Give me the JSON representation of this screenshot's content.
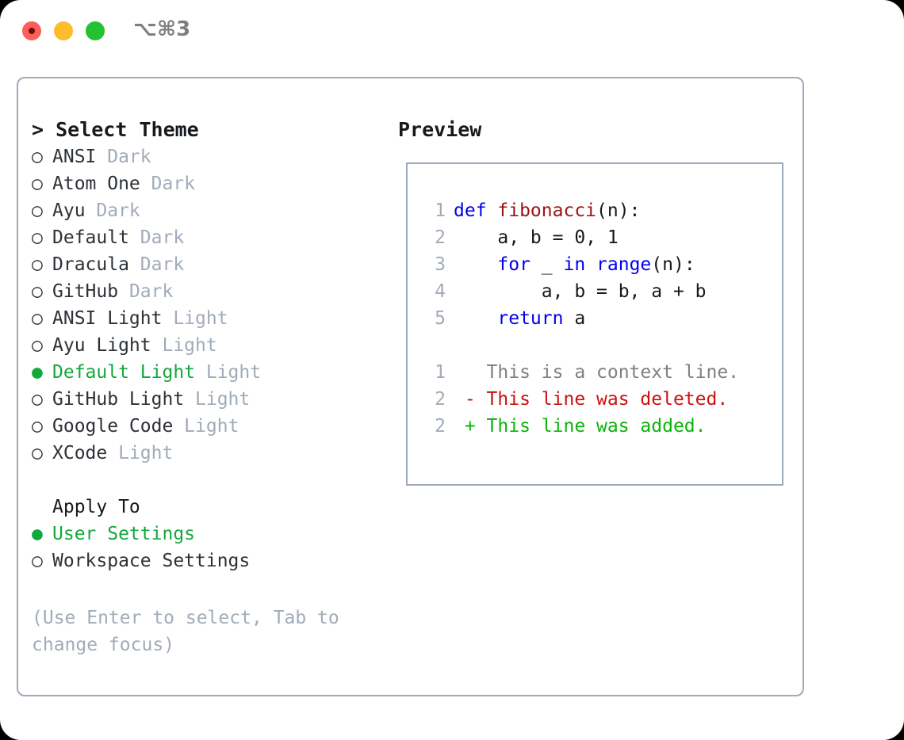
{
  "titlebar": {
    "shortcut": "⌥⌘3",
    "buttons": [
      {
        "name": "close",
        "color": "#fb5f57"
      },
      {
        "name": "minimize",
        "color": "#fdbc2c"
      },
      {
        "name": "maximize",
        "color": "#24c231"
      }
    ]
  },
  "theme_panel": {
    "header": "> Select Theme",
    "options": [
      {
        "marker": "○",
        "label": "ANSI",
        "kind": "Dark",
        "selected": false
      },
      {
        "marker": "○",
        "label": "Atom One",
        "kind": "Dark",
        "selected": false
      },
      {
        "marker": "○",
        "label": "Ayu",
        "kind": "Dark",
        "selected": false
      },
      {
        "marker": "○",
        "label": "Default",
        "kind": "Dark",
        "selected": false
      },
      {
        "marker": "○",
        "label": "Dracula",
        "kind": "Dark",
        "selected": false
      },
      {
        "marker": "○",
        "label": "GitHub",
        "kind": "Dark",
        "selected": false
      },
      {
        "marker": "○",
        "label": "ANSI Light",
        "kind": "Light",
        "selected": false
      },
      {
        "marker": "○",
        "label": "Ayu Light",
        "kind": "Light",
        "selected": false
      },
      {
        "marker": "●",
        "label": "Default Light",
        "kind": "Light",
        "selected": true
      },
      {
        "marker": "○",
        "label": "GitHub Light",
        "kind": "Light",
        "selected": false
      },
      {
        "marker": "○",
        "label": "Google Code",
        "kind": "Light",
        "selected": false
      },
      {
        "marker": "○",
        "label": "XCode",
        "kind": "Light",
        "selected": false
      }
    ],
    "apply_to": {
      "header": "Apply To",
      "options": [
        {
          "marker": "●",
          "label": "User Settings",
          "selected": true
        },
        {
          "marker": "○",
          "label": "Workspace Settings",
          "selected": false
        }
      ]
    },
    "hint": "(Use Enter to select, Tab to change focus)"
  },
  "preview": {
    "title": "Preview",
    "code_lines": [
      {
        "num": "1",
        "tokens": [
          {
            "t": "def ",
            "c": "kw"
          },
          {
            "t": "fibonacci",
            "c": "fn"
          },
          {
            "t": "(n):",
            "c": "plain"
          }
        ]
      },
      {
        "num": "2",
        "tokens": [
          {
            "t": "    a, b = 0, 1",
            "c": "plain"
          }
        ]
      },
      {
        "num": "3",
        "tokens": [
          {
            "t": "    ",
            "c": "plain"
          },
          {
            "t": "for",
            "c": "kw"
          },
          {
            "t": " _ ",
            "c": "plain"
          },
          {
            "t": "in",
            "c": "kw"
          },
          {
            "t": " ",
            "c": "plain"
          },
          {
            "t": "range",
            "c": "kw"
          },
          {
            "t": "(n):",
            "c": "plain"
          }
        ]
      },
      {
        "num": "4",
        "tokens": [
          {
            "t": "        a, b = b, a + b",
            "c": "plain"
          }
        ]
      },
      {
        "num": "5",
        "tokens": [
          {
            "t": "    ",
            "c": "plain"
          },
          {
            "t": "return",
            "c": "kw"
          },
          {
            "t": " a",
            "c": "plain"
          }
        ]
      }
    ],
    "diff_lines": [
      {
        "num": "1",
        "tokens": [
          {
            "t": "   This is a context line.",
            "c": "ctx"
          }
        ]
      },
      {
        "num": "2",
        "tokens": [
          {
            "t": " - This line was deleted.",
            "c": "del"
          }
        ]
      },
      {
        "num": "2",
        "tokens": [
          {
            "t": " + This line was added.",
            "c": "add"
          }
        ]
      }
    ]
  },
  "colors": {
    "accent_green": "#14a83c",
    "muted_gray": "#a2abb9",
    "border": "#9fabba",
    "keyword_blue": "#0000ee",
    "function_red": "#9b1414",
    "diff_add": "#0ab50a",
    "diff_del": "#cc1111",
    "context_gray": "#808080",
    "background": "#ffffff"
  }
}
